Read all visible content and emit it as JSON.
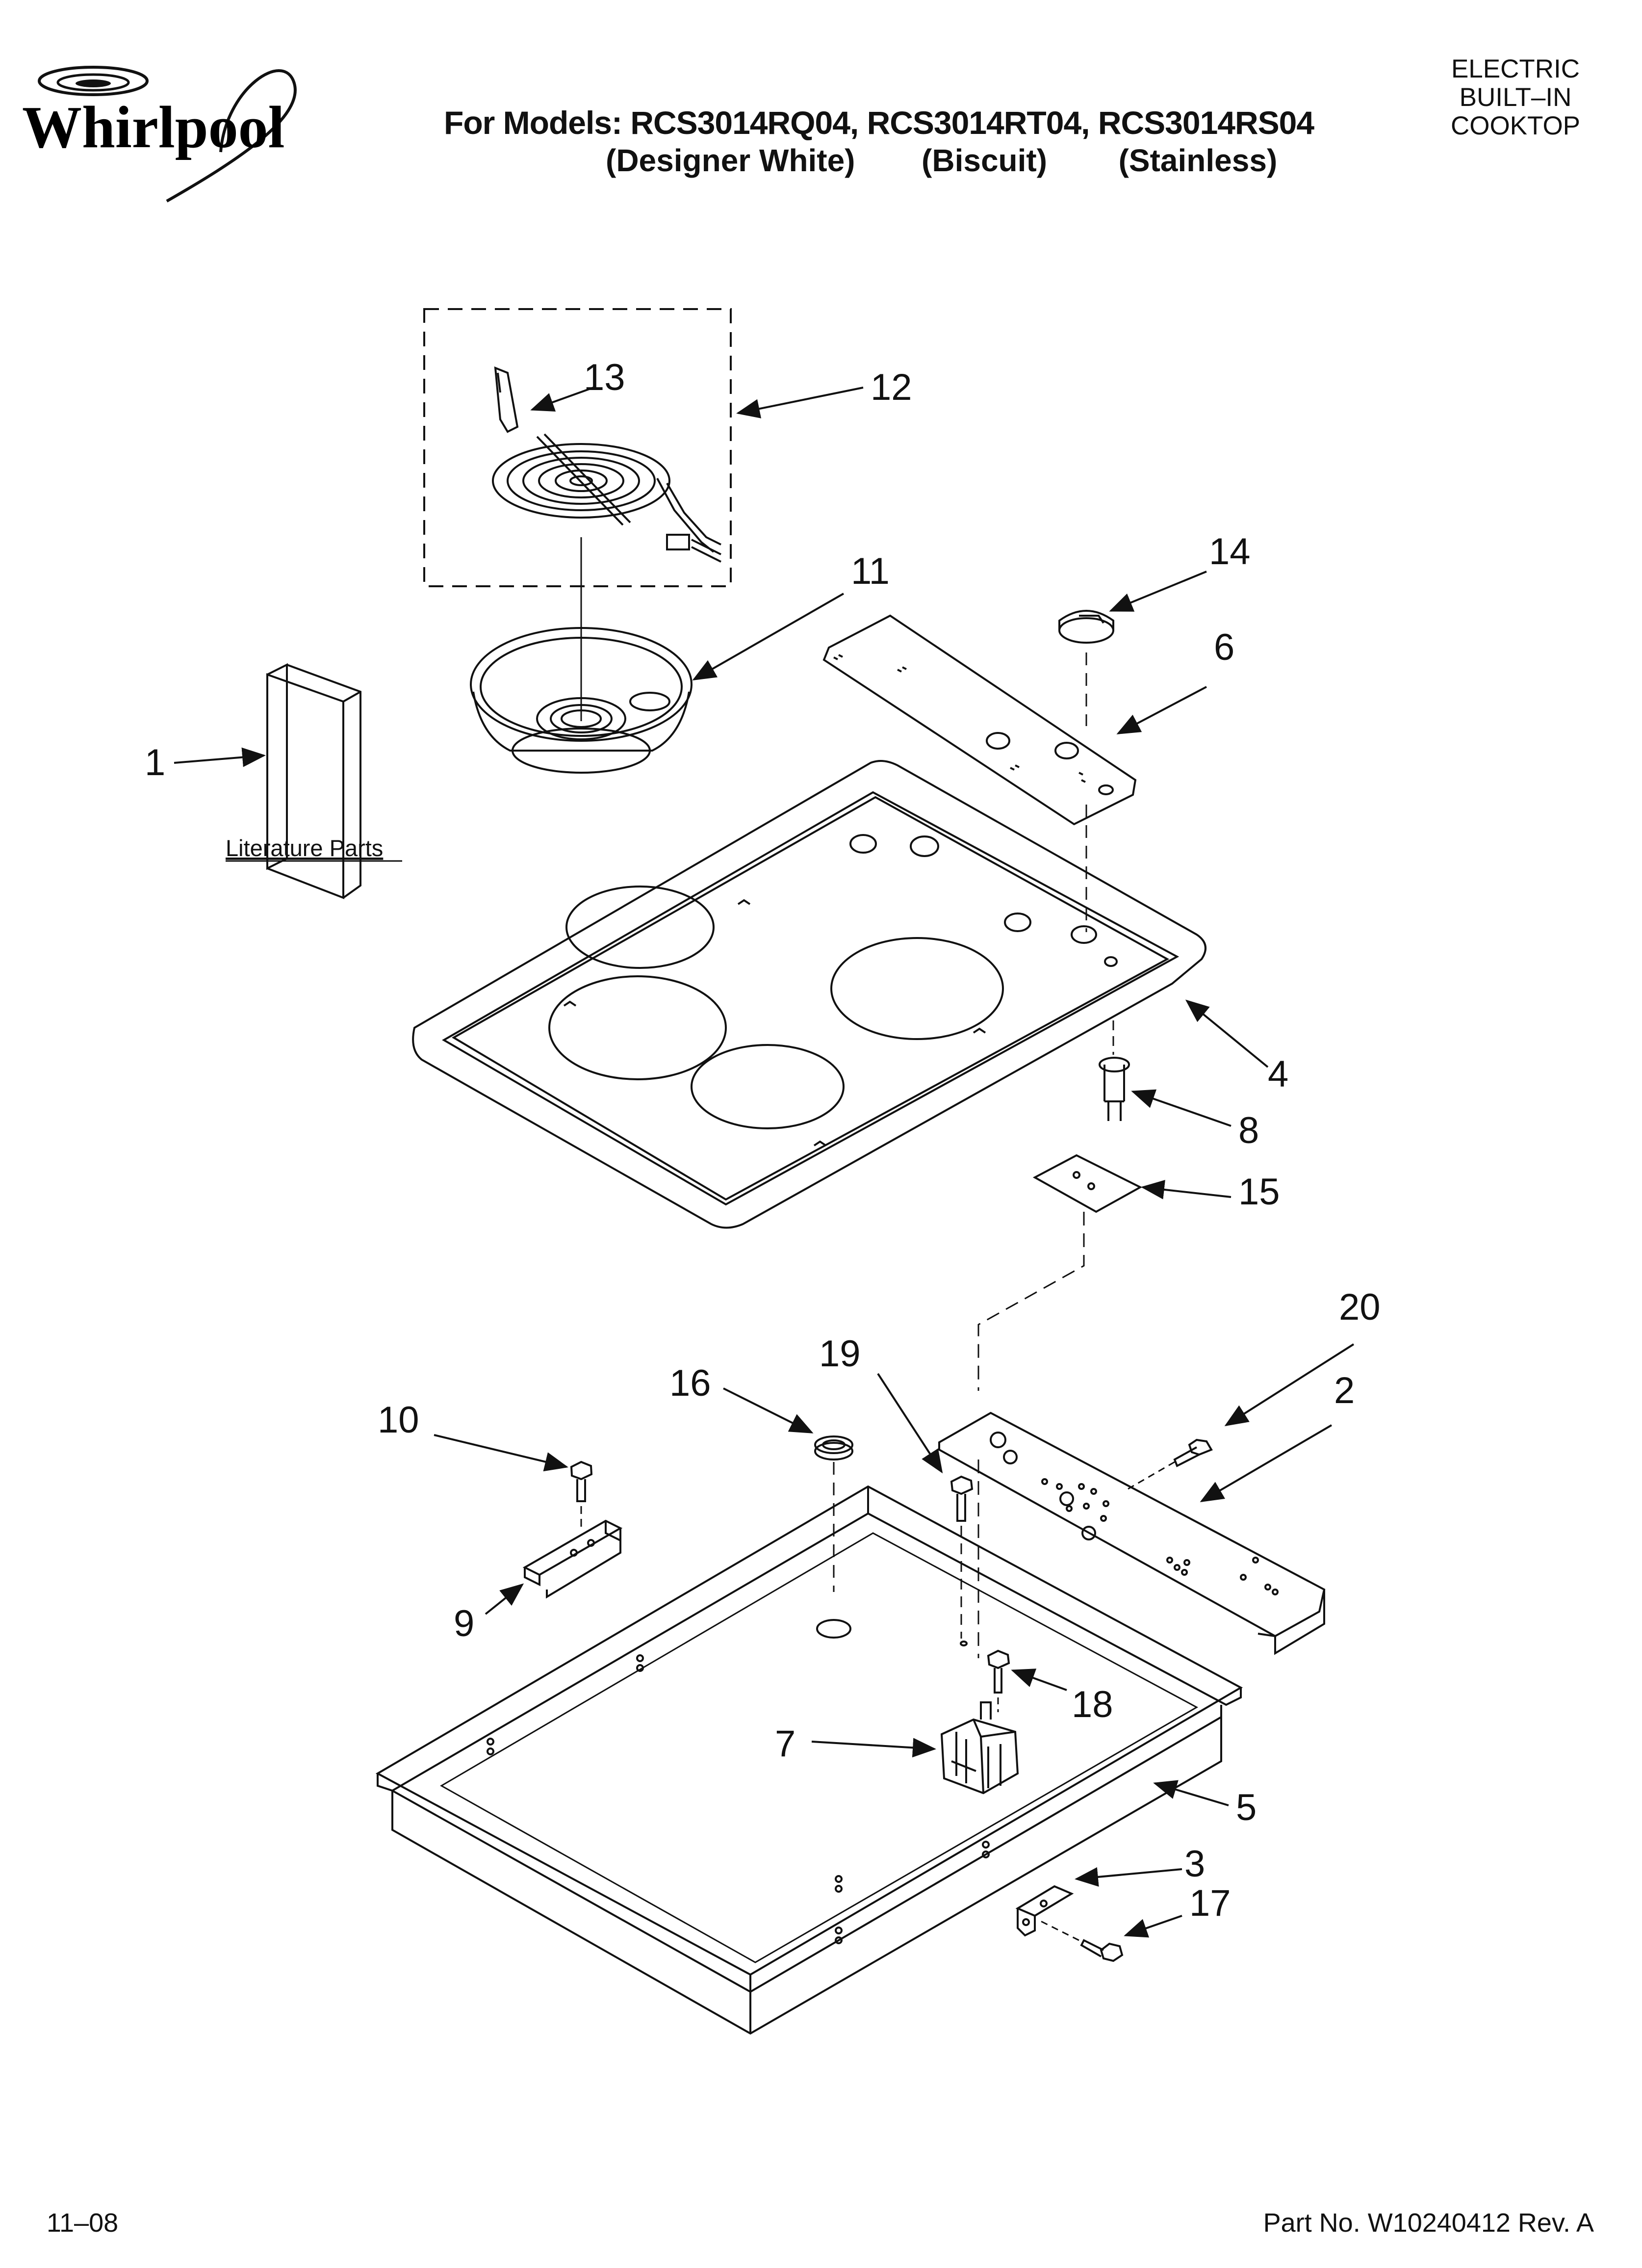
{
  "header": {
    "brand": "Whirlpool",
    "models_line": "For Models: RCS3014RQ04, RCS3014RT04, RCS3014RS04",
    "variants": [
      "(Designer White)",
      "(Biscuit)",
      "(Stainless)"
    ],
    "product_type": [
      "ELECTRIC",
      "BUILT–IN",
      "COOKTOP"
    ]
  },
  "diagram": {
    "literature_label": "Literature Parts",
    "callouts": [
      "1",
      "2",
      "3",
      "4",
      "5",
      "6",
      "7",
      "8",
      "9",
      "10",
      "11",
      "12",
      "13",
      "14",
      "15",
      "16",
      "17",
      "18",
      "19",
      "20"
    ]
  },
  "footer": {
    "date": "11–08",
    "part_number": "Part No. W10240412 Rev. A"
  }
}
